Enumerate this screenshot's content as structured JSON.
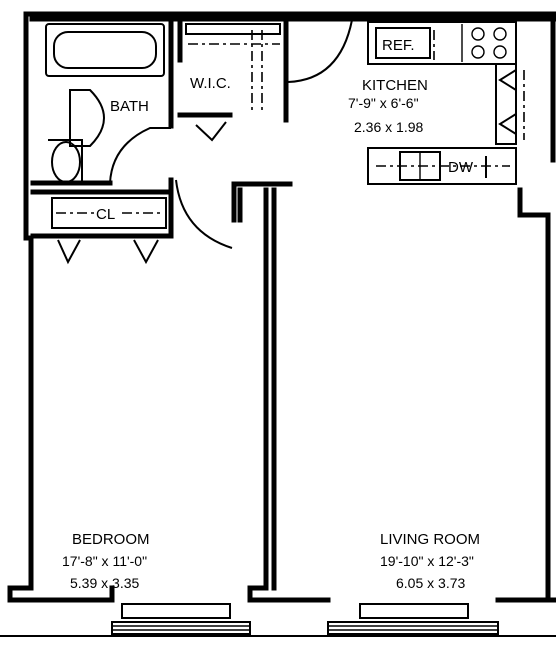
{
  "rooms": {
    "bath": {
      "name": "BATH"
    },
    "wic": {
      "name": "W.I.C."
    },
    "closet": {
      "name": "CL"
    },
    "kitchen": {
      "name": "KITCHEN",
      "dim_imperial": "7'-9\" x 6'-6\"",
      "dim_metric": "2.36 x 1.98"
    },
    "bedroom": {
      "name": "BEDROOM",
      "dim_imperial": "17'-8\" x 11'-0\"",
      "dim_metric": "5.39 x 3.35"
    },
    "living": {
      "name": "LIVING ROOM",
      "dim_imperial": "19'-10\" x 12'-3\"",
      "dim_metric": "6.05 x 3.73"
    }
  },
  "fixtures": {
    "refrigerator": "REF.",
    "dishwasher": "DW"
  }
}
